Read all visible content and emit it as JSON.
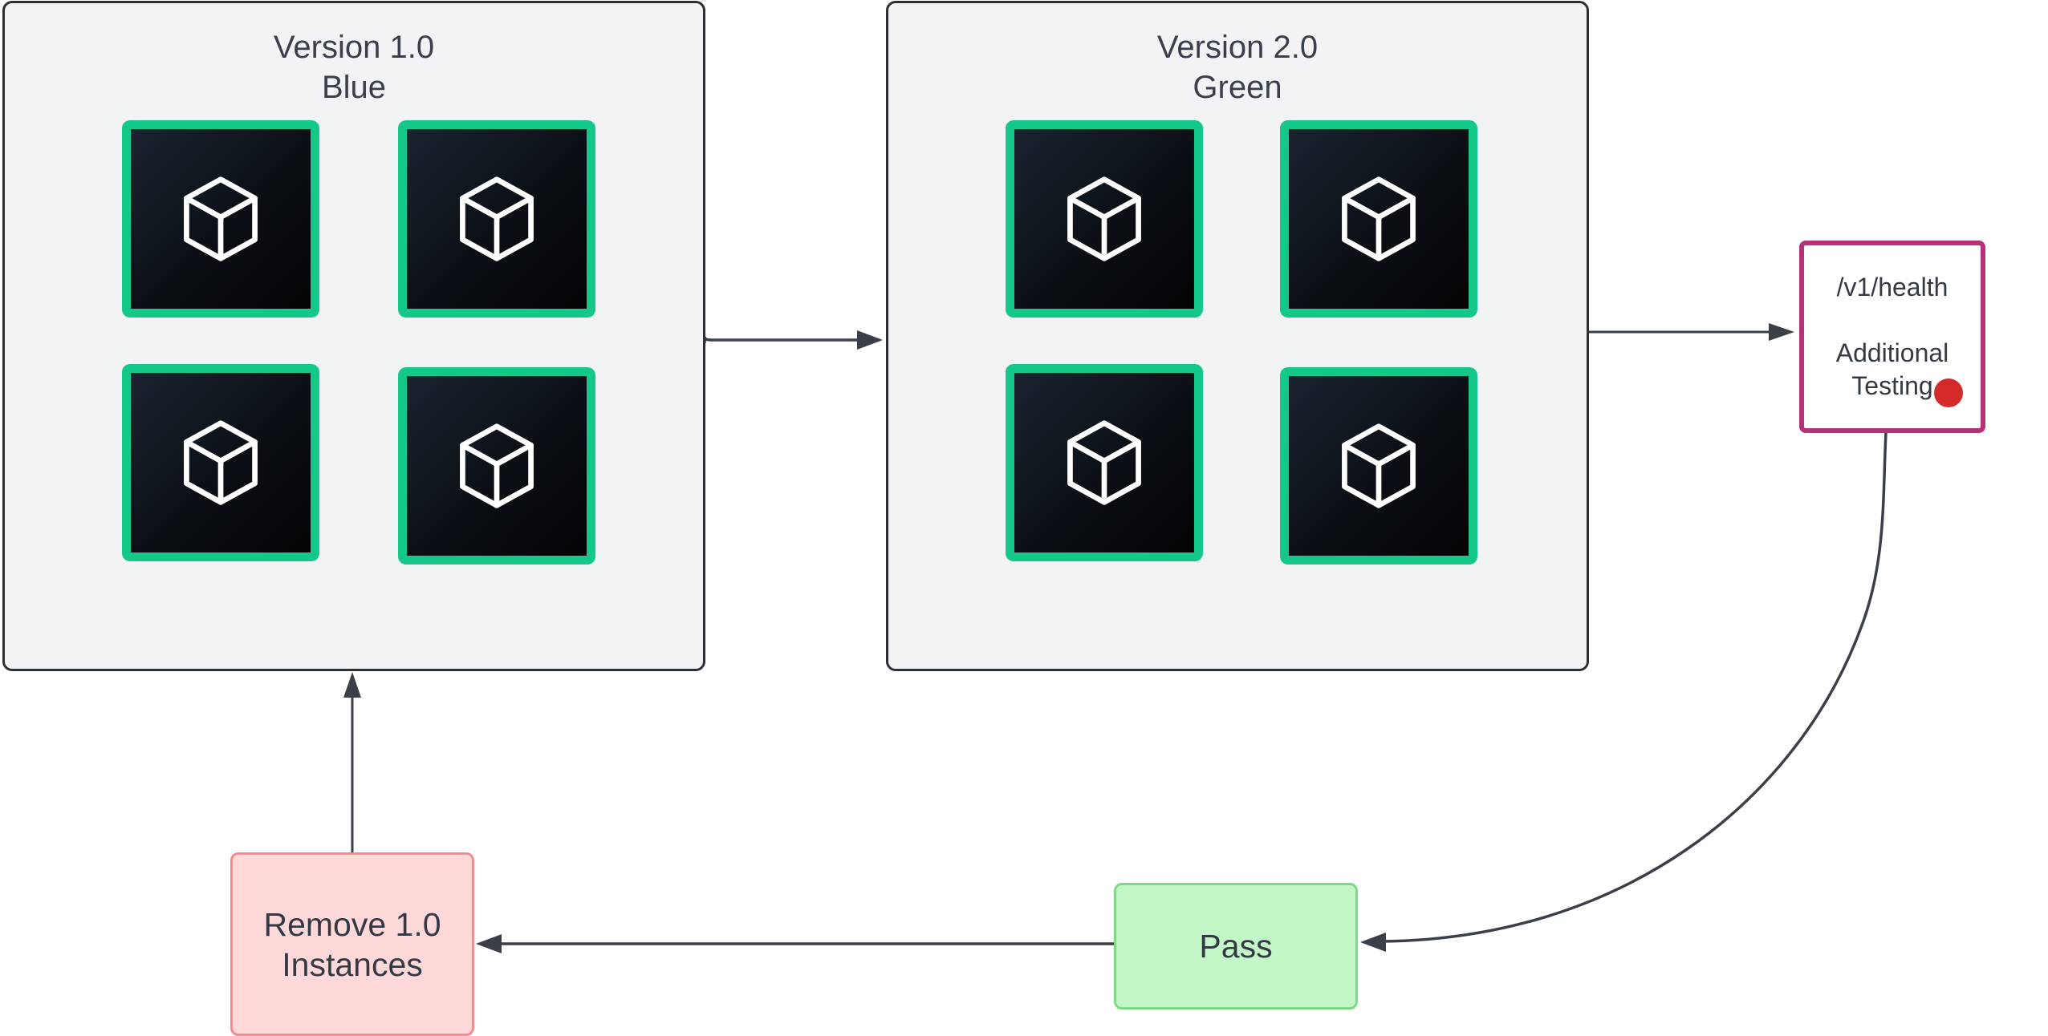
{
  "groups": {
    "blue": {
      "title_line1": "Version 1.0",
      "title_line2": "Blue",
      "instance_icon": "cube-icon",
      "instance_count": 4
    },
    "green": {
      "title_line1": "Version 2.0",
      "title_line2": "Green",
      "instance_icon": "cube-icon",
      "instance_count": 4
    }
  },
  "health_node": {
    "line1": "/v1/health",
    "line2": "Additional",
    "line3": "Testing"
  },
  "pass_node": {
    "label": "Pass"
  },
  "remove_node": {
    "line1": "Remove 1.0",
    "line2": "Instances"
  },
  "colors": {
    "group_fill": "#f2f3f5",
    "instance_border": "#13c888",
    "health_border": "#b5327a",
    "pass_fill": "#c3f7c8",
    "remove_fill": "#ffd8da",
    "status_dot": "#d42a2a",
    "connector": "#3a3f48"
  }
}
